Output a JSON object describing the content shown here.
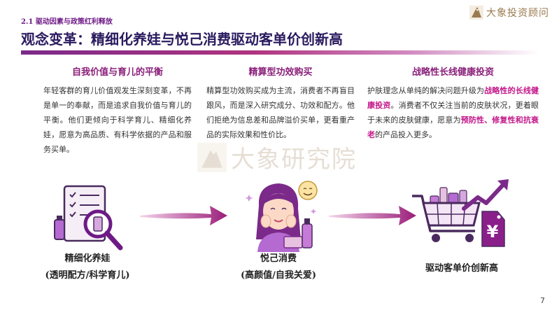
{
  "header": {
    "section_label": "2.1  驱动因素与政策红利释放",
    "brand": "大象投资顾问",
    "title": "观念变革：精细化养娃与悦己消费驱动客单价创新高"
  },
  "columns": [
    {
      "heading": "自我价值与育儿的平衡",
      "body": "年轻客群的育儿价值观发生深刻变革，不再是单一的奉献，而是追求自我价值与育儿的平衡。他们更倾向于科学育儿、精细化养娃，愿意为高品质、有科学依据的产品和服务买单。"
    },
    {
      "heading": "精算型功效购买",
      "body": "精算型功效购买成为主流，消费者不再盲目跟风，而是深入研究成分、功效和配方。他们拒绝为信息差和品牌溢价买单，更看重产品的实际效果和性价比。"
    },
    {
      "heading": "战略性长线健康投资",
      "body_1": "护肤理念从单纯的解决问题升级为",
      "highlight_1": "战略性的长线健康投资",
      "body_2": "。消费者不仅关注当前的皮肤状况，更着眼于未来的皮肤健康，愿意为",
      "highlight_2": "预防性、修复性和抗衰老",
      "body_3": "的产品投入更多。"
    }
  ],
  "watermark": "大象研究院",
  "flow": [
    {
      "line1": "精细化养娃",
      "line2": "(透明配方/科学育儿)"
    },
    {
      "line1": "悦己消费",
      "line2": "(高颜值/自我关爱)"
    },
    {
      "line1": "驱动客单价创新高",
      "line2": ""
    }
  ],
  "price_symbol": "¥",
  "page_number": "7",
  "colors": {
    "accent_purple": "#6e1a86",
    "title_navy": "#2a1a5e",
    "heading_magenta": "#8a1f7a",
    "highlight_pink": "#c4168a",
    "brand_gold": "#9a7a4e"
  }
}
